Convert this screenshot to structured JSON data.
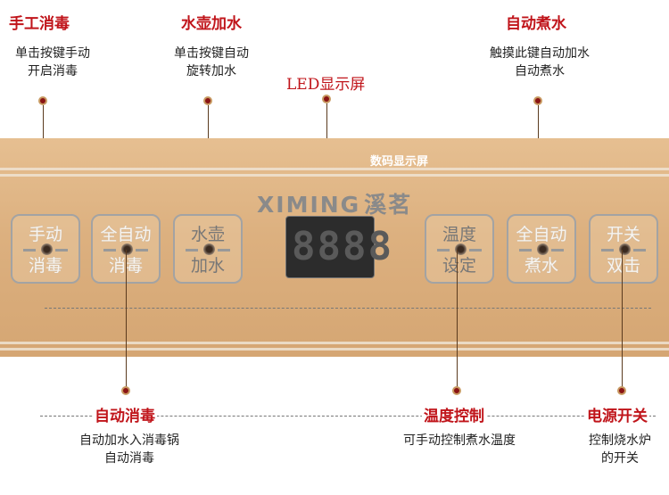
{
  "top_callouts": [
    {
      "title": "手工消毒",
      "desc": [
        "单击按键手动",
        "开启消毒"
      ]
    },
    {
      "title": "水壶加水",
      "desc": [
        "单击按键自动",
        "旋转加水"
      ]
    },
    {
      "title": "LED显示屏"
    },
    {
      "title": "自动煮水",
      "desc": [
        "触摸此键自动加水",
        "自动煮水"
      ]
    }
  ],
  "display_label": "数码显示屏",
  "brand": {
    "name": "XIMING",
    "chinese": "溪茗"
  },
  "display_digits": "8888",
  "buttons": [
    {
      "top": "手动",
      "bottom": "消毒"
    },
    {
      "top": "全自动",
      "bottom": "消毒"
    },
    {
      "top": "水壶",
      "bottom": "加水"
    },
    {
      "top": "温度",
      "bottom": "设定"
    },
    {
      "top": "全自动",
      "bottom": "煮水"
    },
    {
      "top": "开关",
      "bottom": "双击"
    }
  ],
  "bottom_callouts": [
    {
      "title": "自动消毒",
      "desc": [
        "自动加水入消毒锅",
        "自动消毒"
      ]
    },
    {
      "title": "温度控制",
      "desc": [
        "可手动控制煮水温度"
      ]
    },
    {
      "title": "电源开关",
      "desc": [
        "控制烧水炉",
        "的开关"
      ]
    }
  ],
  "colors": {
    "title": "#c0141a",
    "panel": "#dcb07f"
  }
}
